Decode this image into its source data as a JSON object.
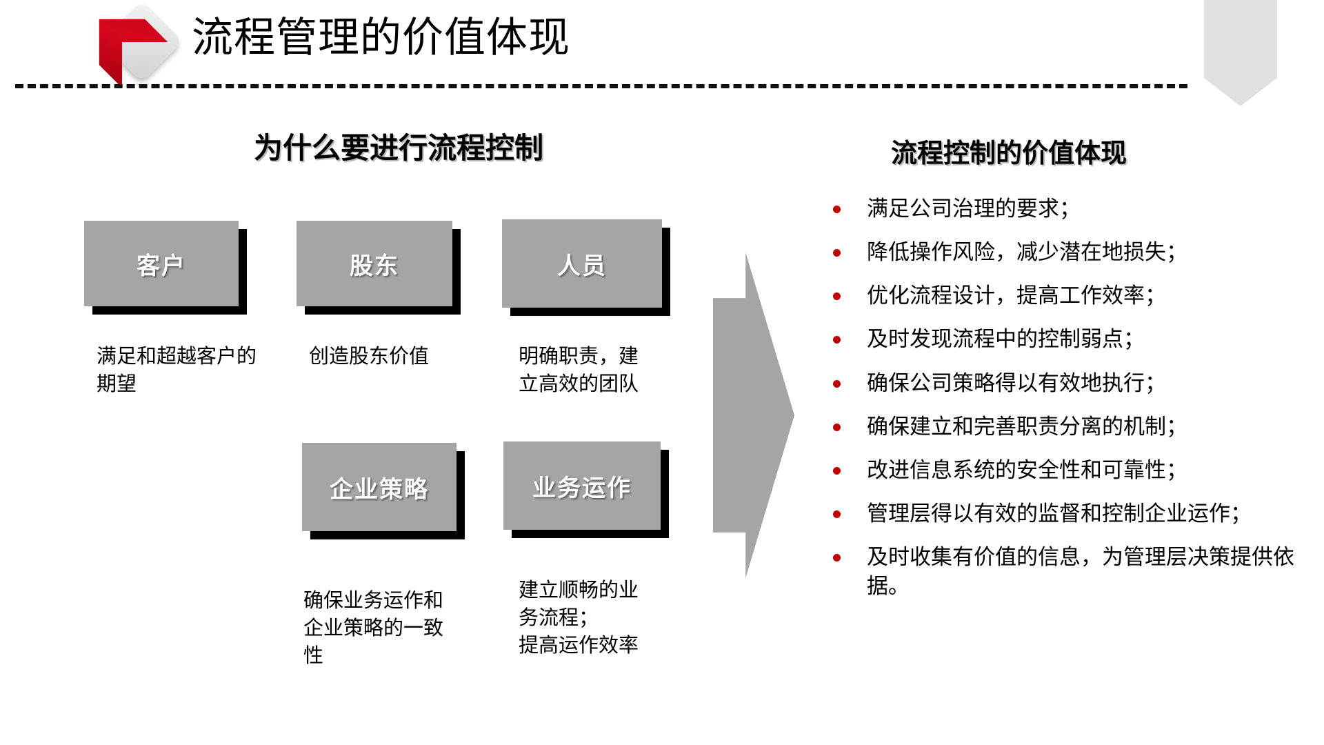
{
  "slide": {
    "title": "流程管理的价值体现",
    "logo_icon": "red-chevron-diamond-logo",
    "corner_banner_icon": "gray-ribbon-banner",
    "divider_icon": "dashed-divider",
    "accent_red": "#c00000",
    "box_gray": "#a5a5a5",
    "banner_gray": "#e0e0e0"
  },
  "left_section": {
    "heading": "为什么要进行流程控制",
    "boxes": [
      {
        "label": "客户",
        "caption": "满足和超越客户的期望"
      },
      {
        "label": "股东",
        "caption": "创造股东价值"
      },
      {
        "label": "人员",
        "caption": "明确职责，建\n立高效的团队"
      },
      {
        "label": "企业策略",
        "caption": "确保业务运作和\n企业策略的一致\n性"
      },
      {
        "label": "业务运作",
        "caption": "建立顺畅的业\n务流程；\n提高运作效率"
      }
    ]
  },
  "arrow": {
    "icon": "right-arrow",
    "direction": "right"
  },
  "right_section": {
    "heading": "流程控制的价值体现",
    "bullets": [
      "满足公司治理的要求；",
      "降低操作风险，减少潜在地损失；",
      "优化流程设计，提高工作效率；",
      "及时发现流程中的控制弱点；",
      "确保公司策略得以有效地执行；",
      "确保建立和完善职责分离的机制；",
      "改进信息系统的安全性和可靠性；",
      "管理层得以有效的监督和控制企业运作；",
      "及时收集有价值的信息，为管理层决策提供依据。"
    ]
  }
}
